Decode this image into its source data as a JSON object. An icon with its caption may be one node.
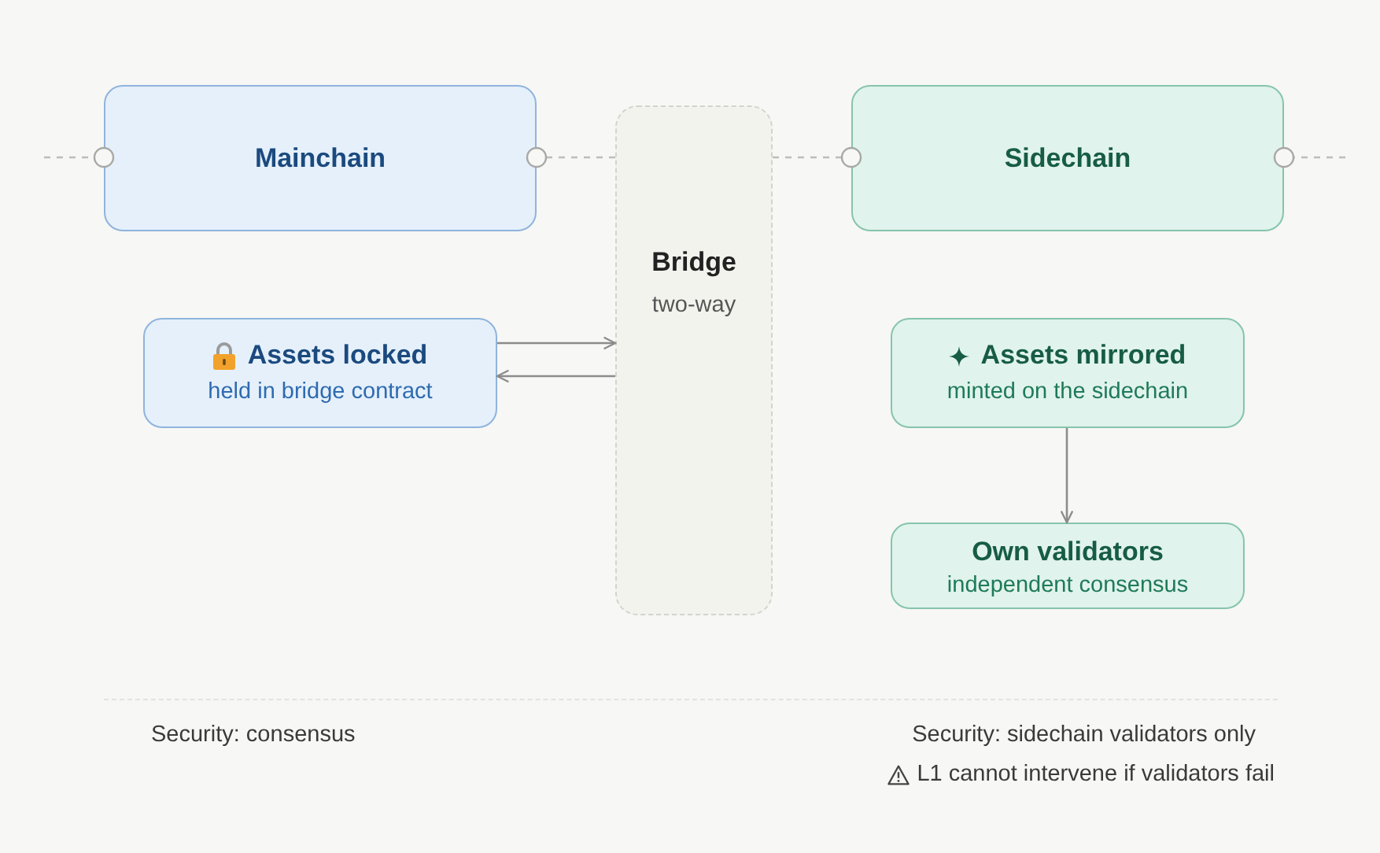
{
  "diagram": {
    "nodes": [
      {
        "text": [
          "Mainchain"
        ]
      },
      {
        "text": [
          "Bridge",
          "two-way"
        ]
      },
      {
        "text": [
          "Sidechain"
        ]
      },
      {
        "text": [
          "Assets locked",
          "held in bridge contract"
        ]
      },
      {
        "text": [
          "Assets mirrored",
          "minted on the sidechain"
        ]
      },
      {
        "text": [
          "Own validators",
          "independent consensus"
        ]
      }
    ],
    "edges": [
      {
        "from": null,
        "to": 0,
        "arrow": "other",
        "style": "dashed"
      },
      {
        "from": 1,
        "to": 0,
        "arrow": "other",
        "style": "dashed"
      },
      {
        "from": 1,
        "to": 2,
        "arrow": "other",
        "style": "dashed"
      },
      {
        "from": null,
        "to": 2,
        "arrow": "other",
        "style": "dashed"
      },
      {
        "from": 3,
        "to": 1,
        "arrow": "to",
        "color": "#8c8c8c"
      },
      {
        "from": 1,
        "to": 3,
        "arrow": "to",
        "color": "#8c8c8c"
      },
      {
        "from": 4,
        "to": 5,
        "arrow": "to",
        "color": "#8c8c8c"
      }
    ],
    "labels": [
      "Security: consensus",
      "Security: sidechain validators only",
      "L1 cannot intervene if validators fail"
    ]
  }
}
